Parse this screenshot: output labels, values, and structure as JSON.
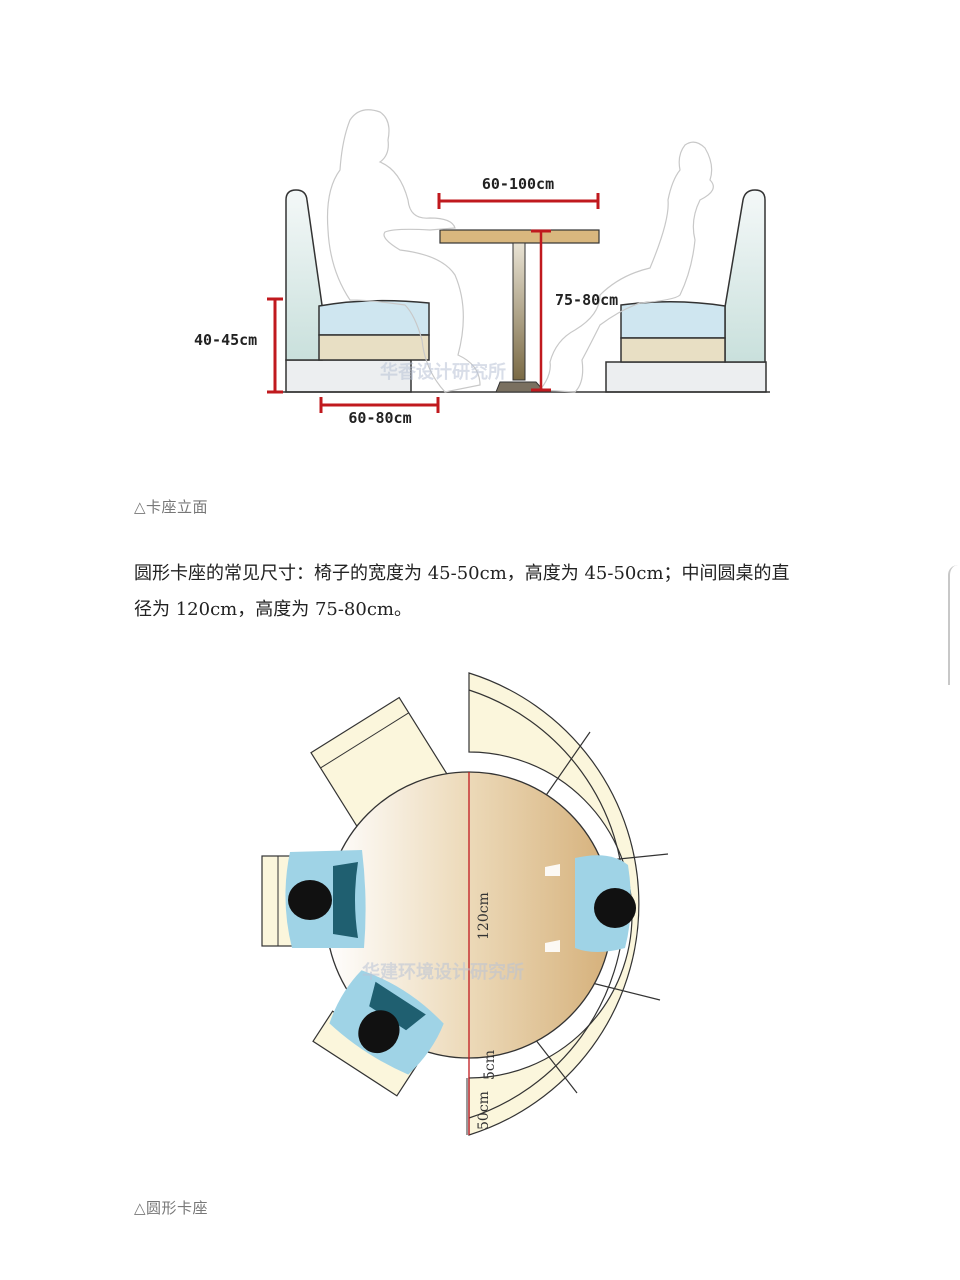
{
  "figure1": {
    "type": "booth-seat-elevation-diagram",
    "dimensions": {
      "table_width": "60-100cm",
      "table_height": "75-80cm",
      "seat_height": "40-45cm",
      "seat_depth": "60-80cm"
    },
    "watermark": "华香设计研究所",
    "caption": "△卡座立面"
  },
  "paragraph": {
    "line1": "圆形卡座的常见尺寸：椅子的宽度为 45-50cm，高度为 45-50cm；中间圆桌的直",
    "line2": "径为 120cm，高度为 75-80cm。"
  },
  "figure2": {
    "type": "round-booth-plan-diagram",
    "dimensions": {
      "table_diameter": "120cm",
      "gap": "5cm",
      "seat_depth": "50cm"
    },
    "watermark": "华建环境设计研究所",
    "caption": "△圆形卡座"
  },
  "colors": {
    "dimension_line": "#c0191e",
    "seat_blue": "#cfe6f0",
    "seat_beige": "#e8dfc4",
    "table_wood": "#d9b77e",
    "booth_cream": "#fbf6dc",
    "person_blue": "#9fd3e6",
    "person_head": "#111111"
  }
}
